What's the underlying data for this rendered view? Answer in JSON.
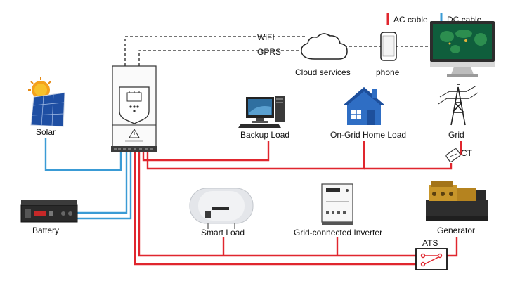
{
  "legend": {
    "ac_label": "AC cable",
    "dc_label": "DC cable"
  },
  "colors": {
    "ac": "#e0262e",
    "dc": "#3a9bd5",
    "comm": "#222222"
  },
  "comm": {
    "wifi_label": "WiFI",
    "gprs_label": "GPRS"
  },
  "nodes": {
    "cloud": "Cloud services",
    "phone": "phone",
    "solar": "Solar",
    "battery": "Battery",
    "backup_load": "Backup Load",
    "home_load": "On-Grid Home Load",
    "grid": "Grid",
    "ct": "CT",
    "smart_load": "Smart Load",
    "grid_inverter": "Grid-connected Inverter",
    "generator": "Generator",
    "ats": "ATS"
  }
}
